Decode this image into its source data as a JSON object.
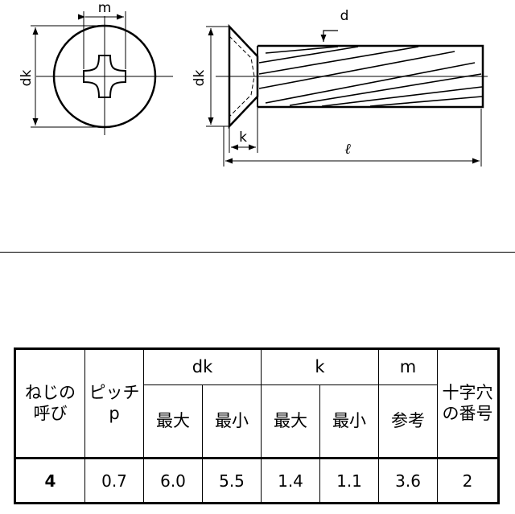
{
  "drawing": {
    "labels": {
      "m": "m",
      "dk_front": "dk",
      "dk_side": "dk",
      "d": "d",
      "k": "k",
      "l": "ℓ"
    }
  },
  "table": {
    "headers": {
      "name_line1": "ねじの",
      "name_line2": "呼び",
      "pitch_line1": "ピッチ",
      "pitch_line2": "p",
      "dk": "dk",
      "k": "k",
      "m": "m",
      "recess_line1": "十字穴",
      "recess_line2": "の番号",
      "max": "最大",
      "min": "最小",
      "ref": "参考"
    },
    "row": {
      "name": "4",
      "pitch": "0.7",
      "dk_max": "6.0",
      "dk_min": "5.5",
      "k_max": "1.4",
      "k_min": "1.1",
      "m_ref": "3.6",
      "recess_no": "2"
    }
  }
}
